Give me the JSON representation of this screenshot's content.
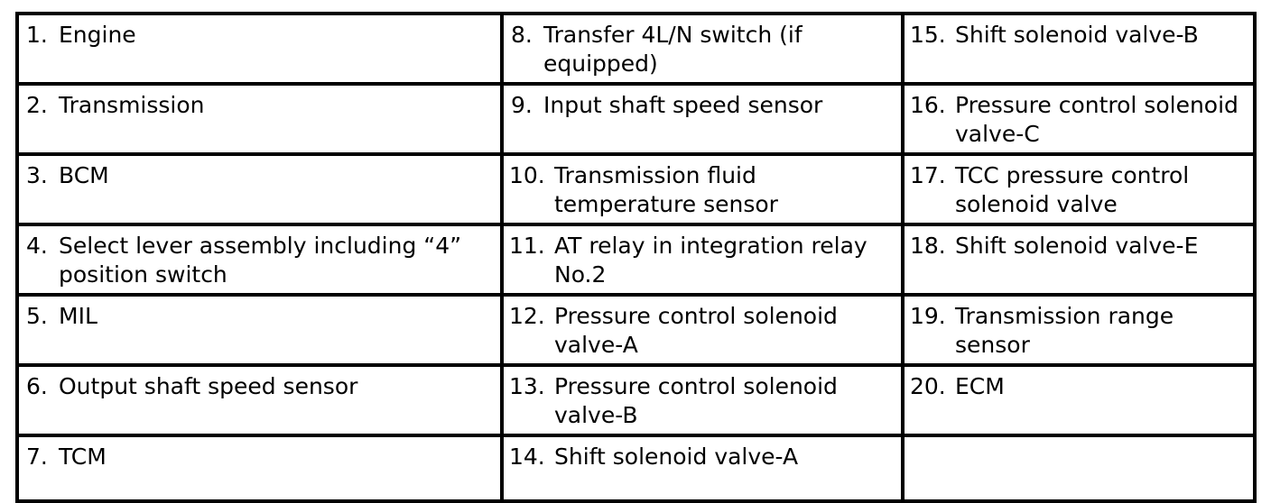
{
  "table": {
    "columns": 3,
    "rows": 7,
    "border_color": "#000000",
    "background_color": "#ffffff",
    "text_color": "#000000",
    "cells": [
      [
        {
          "num": "1.",
          "text": "Engine"
        },
        {
          "num": "8.",
          "text": "Transfer 4L/N switch (if\nequipped)"
        },
        {
          "num": "15.",
          "text": "Shift solenoid valve-B"
        }
      ],
      [
        {
          "num": "2.",
          "text": "Transmission"
        },
        {
          "num": "9.",
          "text": "Input shaft speed sensor"
        },
        {
          "num": "16.",
          "text": "Pressure control solenoid\nvalve-C"
        }
      ],
      [
        {
          "num": "3.",
          "text": "BCM"
        },
        {
          "num": "10.",
          "text": "Transmission fluid\ntemperature sensor"
        },
        {
          "num": "17.",
          "text": "TCC pressure control\nsolenoid valve"
        }
      ],
      [
        {
          "num": "4.",
          "text": "Select lever assembly including “4”\nposition switch"
        },
        {
          "num": "11.",
          "text": "AT relay in integration relay\nNo.2"
        },
        {
          "num": "18.",
          "text": "Shift solenoid valve-E"
        }
      ],
      [
        {
          "num": "5.",
          "text": "MIL"
        },
        {
          "num": "12.",
          "text": "Pressure control solenoid\nvalve-A"
        },
        {
          "num": "19.",
          "text": "Transmission range\nsensor"
        }
      ],
      [
        {
          "num": "6.",
          "text": "Output shaft speed sensor"
        },
        {
          "num": "13.",
          "text": "Pressure control solenoid\nvalve-B"
        },
        {
          "num": "20.",
          "text": "ECM"
        }
      ],
      [
        {
          "num": "7.",
          "text": "TCM"
        },
        {
          "num": "14.",
          "text": "Shift solenoid valve-A"
        },
        {
          "num": "",
          "text": ""
        }
      ]
    ]
  }
}
